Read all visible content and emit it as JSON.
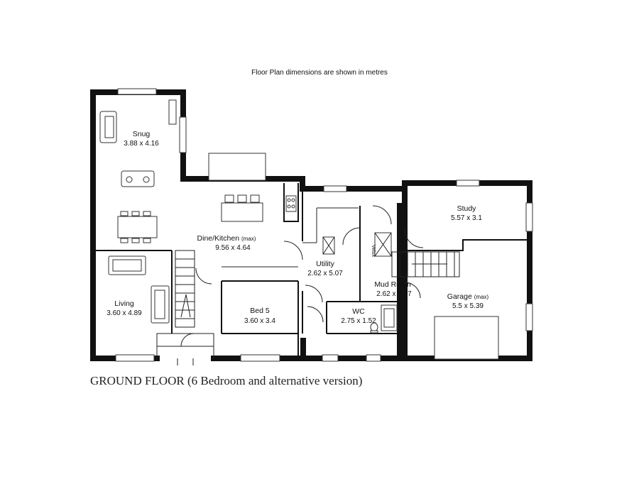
{
  "header_note": "Floor Plan dimensions are shown in metres",
  "floor_title": "GROUND FLOOR (6 Bedroom and alternative version)",
  "rooms": [
    {
      "name": "Snug",
      "dims": "3.88 x 4.16"
    },
    {
      "name": "Dine/Kitchen",
      "qualifier": "(max)",
      "dims": "9.56 x 4.64"
    },
    {
      "name": "Living",
      "dims": "3.60 x 4.89"
    },
    {
      "name": "Bed 5",
      "dims": "3.60 x 3.4"
    },
    {
      "name": "Utility",
      "dims": "2.62 x 5.07"
    },
    {
      "name": "Mud Room",
      "dims": "2.62 x 5.07"
    },
    {
      "name": "WC",
      "dims": "2.75 x 1.52"
    },
    {
      "name": "Study",
      "dims": "5.57 x 3.1"
    },
    {
      "name": "Garage",
      "qualifier": "(max)",
      "dims": "5.5 x 5.39"
    }
  ],
  "velux_label": "Velux",
  "icons": [
    "sofa-icon",
    "dining-table-icon",
    "kitchen-island-icon",
    "hob-icon",
    "stairs-icon",
    "toilet-icon",
    "shower-icon",
    "skylight-icon",
    "door-swing-icon",
    "window-icon"
  ]
}
